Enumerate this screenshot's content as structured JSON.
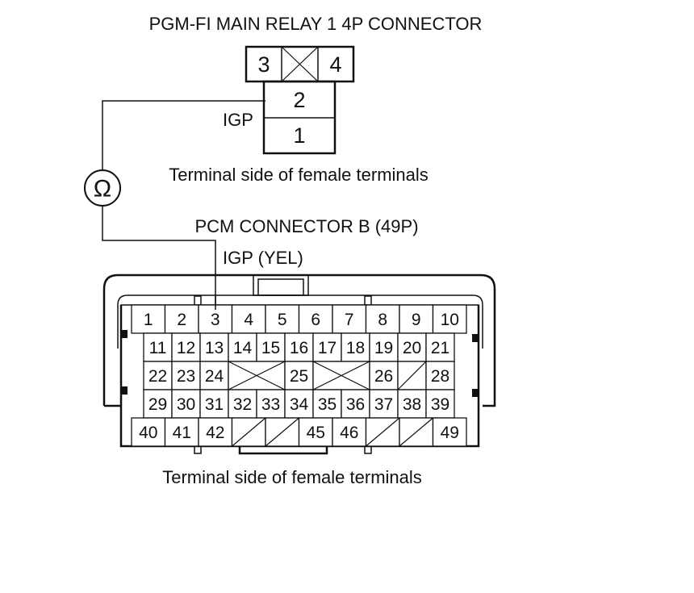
{
  "relay_connector": {
    "title": "PGM-FI MAIN RELAY 1 4P CONNECTOR",
    "top_row": [
      "3",
      "X",
      "4"
    ],
    "bottom_rows": [
      "2",
      "1"
    ],
    "wire_label": "IGP",
    "caption": "Terminal side of female terminals"
  },
  "meter": {
    "symbol": "Ω",
    "type": "ohmmeter"
  },
  "pcm_connector": {
    "title": "PCM CONNECTOR B (49P)",
    "wire_label": "IGP (YEL)",
    "probed_pin": "3",
    "caption": "Terminal side of female terminals",
    "rows": [
      {
        "layout": "wide",
        "cells": [
          "1",
          "2",
          "3",
          "4",
          "5",
          "6",
          "7",
          "8",
          "9",
          "10"
        ]
      },
      {
        "layout": "narrow",
        "cells": [
          "11",
          "12",
          "13",
          "14",
          "15",
          "16",
          "17",
          "18",
          "19",
          "20",
          "21"
        ]
      },
      {
        "layout": "narrow",
        "cells": [
          "22",
          "23",
          "24",
          "X2",
          "25",
          "X2",
          "26",
          "/",
          "28"
        ]
      },
      {
        "layout": "narrow",
        "cells": [
          "29",
          "30",
          "31",
          "32",
          "33",
          "34",
          "35",
          "36",
          "37",
          "38",
          "39"
        ]
      },
      {
        "layout": "wide",
        "cells": [
          "40",
          "41",
          "42",
          "/",
          "/",
          "45",
          "46",
          "/",
          "/",
          "49"
        ]
      }
    ]
  }
}
